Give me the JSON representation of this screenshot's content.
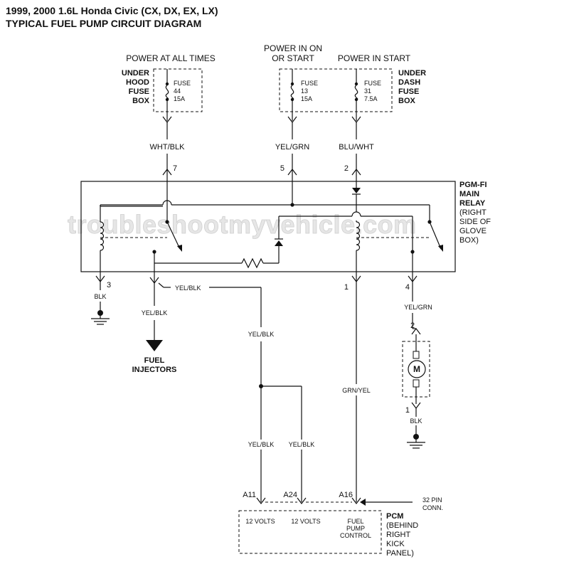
{
  "title": {
    "line1": "1999, 2000 1.6L Honda Civic (CX, DX, EX, LX)",
    "line2": "TYPICAL FUEL PUMP CIRCUIT DIAGRAM"
  },
  "watermark": "troubleshootmyvehicle.com",
  "power_labels": {
    "all_times": "POWER AT ALL TIMES",
    "on_or_start_1": "POWER IN ON",
    "on_or_start_2": "OR START",
    "in_start": "POWER IN START"
  },
  "under_hood_box": [
    "UNDER",
    "HOOD",
    "FUSE",
    "BOX"
  ],
  "under_dash_box": [
    "UNDER",
    "DASH",
    "FUSE",
    "BOX"
  ],
  "fuses": [
    {
      "label": "FUSE",
      "number": "44",
      "rating": "15A"
    },
    {
      "label": "FUSE",
      "number": "13",
      "rating": "15A"
    },
    {
      "label": "FUSE",
      "number": "31",
      "rating": "7.5A"
    }
  ],
  "wire_colors": {
    "wht_blk": "WHT/BLK",
    "yel_grn": "YEL/GRN",
    "blu_wht": "BLU/WHT",
    "yel_blk": "YEL/BLK",
    "blk": "BLK",
    "grn_yel": "GRN/YEL"
  },
  "relay_pins": {
    "p7": "7",
    "p5": "5",
    "p2": "2",
    "p3": "3",
    "p1": "1",
    "p4": "4"
  },
  "relay_label": [
    "PGM-FI",
    "MAIN",
    "RELAY",
    "(RIGHT",
    "SIDE OF",
    "GLOVE",
    "BOX)"
  ],
  "pump_pins": {
    "top": "2",
    "bottom": "1"
  },
  "motor_letter": "M",
  "injectors": [
    "FUEL",
    "INJECTORS"
  ],
  "pcm_pins": {
    "a11": "A11",
    "a24": "A24",
    "a16": "A16"
  },
  "connector_note": [
    "32 PIN",
    "CONN."
  ],
  "pcm_terms": {
    "a11": "12 VOLTS",
    "a24": "12 VOLTS",
    "a16": [
      "FUEL",
      "PUMP",
      "CONTROL"
    ]
  },
  "pcm_label": [
    "PCM",
    "(BEHIND",
    "RIGHT",
    "KICK",
    "PANEL)"
  ],
  "colors": {
    "ink": "#111111",
    "background": "#ffffff",
    "watermark": "#e6e6e6"
  }
}
